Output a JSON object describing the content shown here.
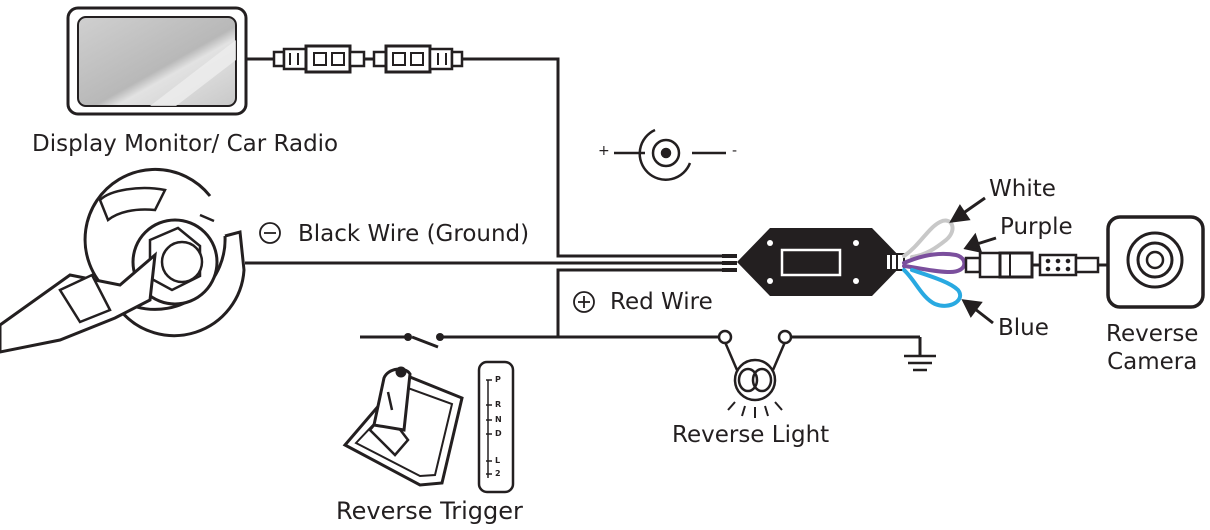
{
  "labels": {
    "display_monitor": "Display Monitor/ Car Radio",
    "black_wire": "Black Wire (Ground)",
    "red_wire": "Red Wire",
    "white": "White",
    "purple": "Purple",
    "blue": "Blue",
    "reverse_camera_line1": "Reverse",
    "reverse_camera_line2": "Camera",
    "reverse_light": "Reverse Light",
    "reverse_trigger": "Reverse Trigger",
    "dc_plus": "+",
    "dc_minus": "-"
  },
  "gear_positions": [
    "P",
    "R",
    "N",
    "D",
    "L",
    "2"
  ],
  "colors": {
    "ink": "#231f20",
    "white_wire": "#c8c8c8",
    "purple_wire": "#7b4f9d",
    "blue_wire": "#29a9e1"
  }
}
